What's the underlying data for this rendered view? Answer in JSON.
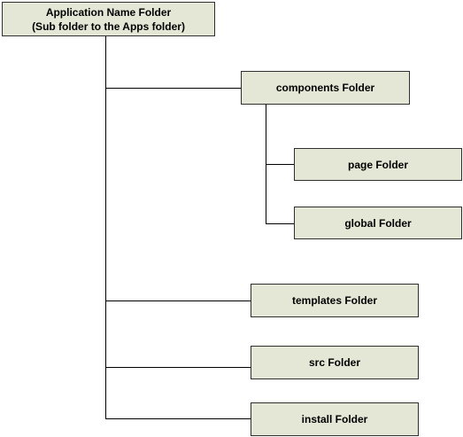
{
  "root": {
    "title": "Application Name Folder",
    "subtitle": "(Sub folder to the Apps folder)"
  },
  "children": {
    "components": "components Folder",
    "page": "page Folder",
    "global": "global Folder",
    "templates": "templates Folder",
    "src": "src Folder",
    "install": "install Folder"
  },
  "colors": {
    "box_fill": "#e4e7d5",
    "box_border": "#2f2f2f",
    "connector": "#000000"
  }
}
